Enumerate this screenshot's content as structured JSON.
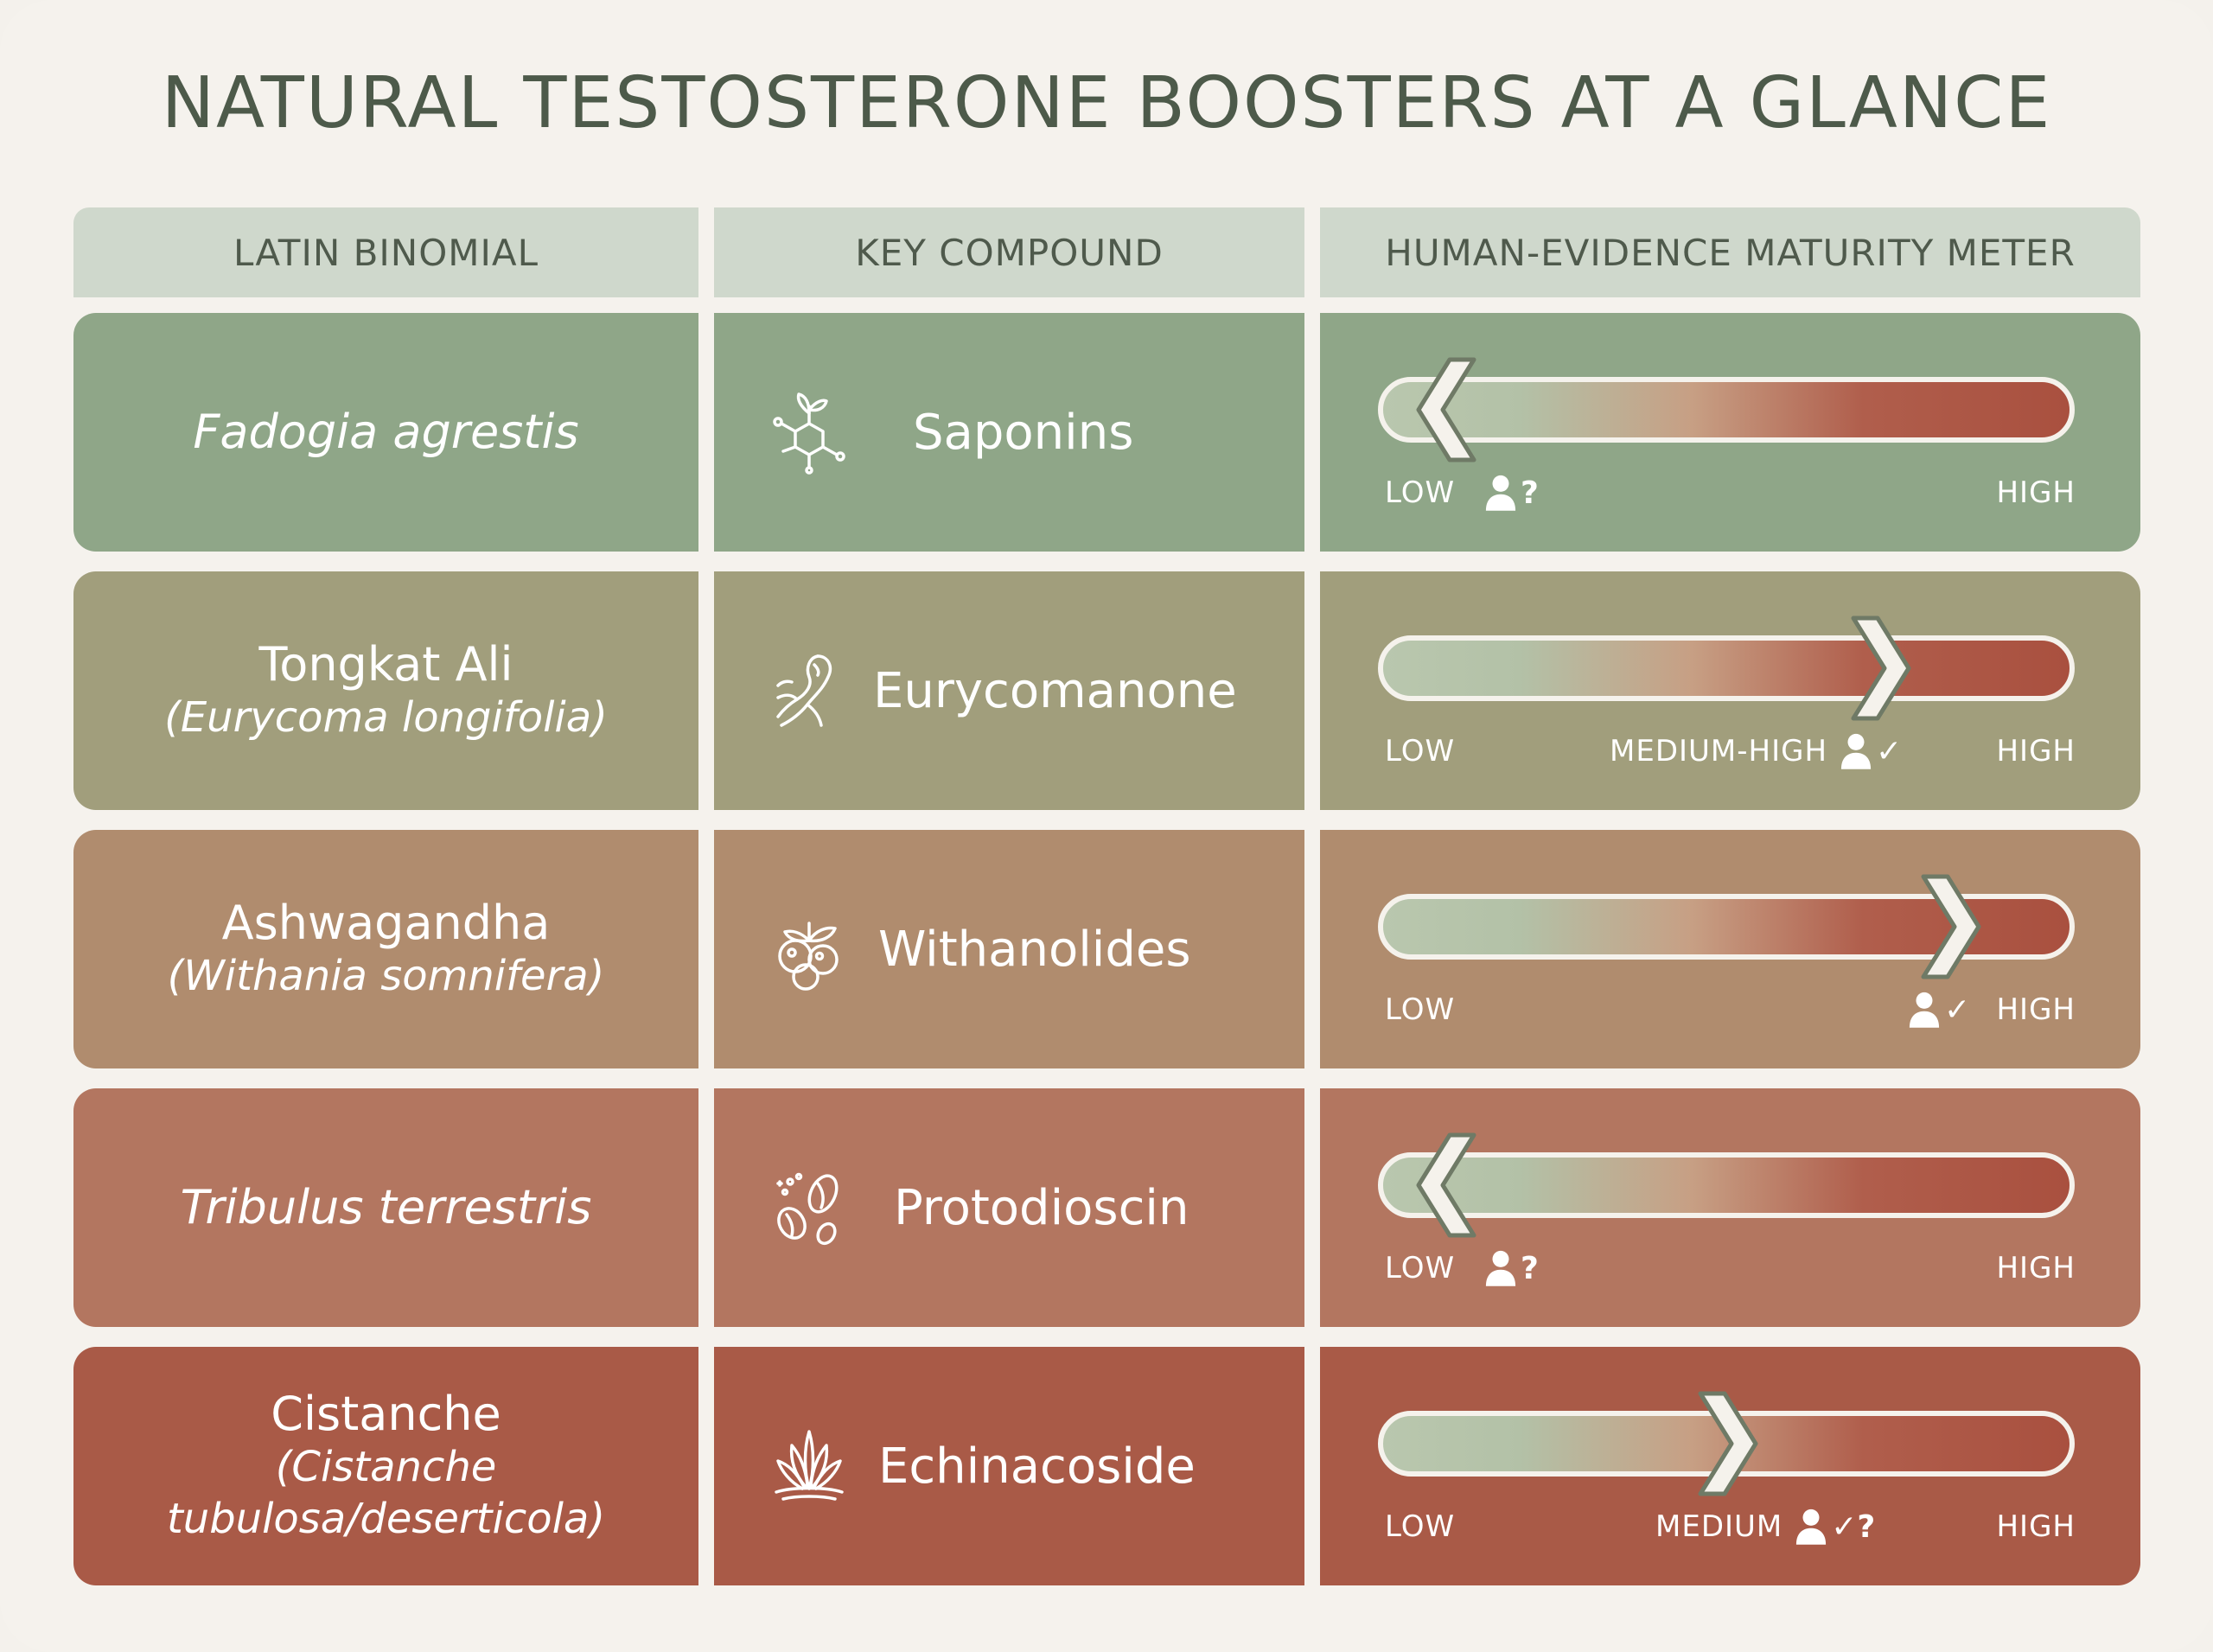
{
  "title": "NATURAL TESTOSTERONE BOOSTERS AT A GLANCE",
  "headers": [
    "LATIN BINOMIAL",
    "KEY COMPOUND",
    "HUMAN-EVIDENCE MATURITY METER"
  ],
  "meter_scale": {
    "low": "LOW",
    "high": "HIGH"
  },
  "rows": [
    {
      "name": "Fadogia agrestis",
      "sci": "",
      "compound": "Saponins",
      "icon": "molecule-leaf-icon",
      "level": 0.1,
      "direction": "left",
      "level_label": "",
      "person_mark": "?",
      "color": "#8fa688"
    },
    {
      "name": "Tongkat Ali",
      "sci": "(Eurycoma longifolia)",
      "compound": "Eurycomanone",
      "icon": "root-icon",
      "level": 0.72,
      "direction": "right",
      "level_label": "MEDIUM-HIGH",
      "person_mark": "✓",
      "color": "#a19e7c"
    },
    {
      "name": "Ashwagandha",
      "sci": "(Withania somnifera)",
      "compound": "Withanolides",
      "icon": "berries-icon",
      "level": 0.82,
      "direction": "right",
      "level_label": "",
      "person_mark": "✓",
      "color": "#b08c6e"
    },
    {
      "name": "Tribulus terrestris",
      "sci": "",
      "compound": "Protodioscin",
      "icon": "seeds-icon",
      "level": 0.1,
      "direction": "left",
      "level_label": "",
      "person_mark": "?",
      "color": "#b37660"
    },
    {
      "name": "Cistanche",
      "sci": "(Cistanche tubulosa/deserticola)",
      "compound": "Echinacoside",
      "icon": "plant-icon",
      "level": 0.5,
      "direction": "right",
      "level_label": "MEDIUM",
      "person_mark": "✓?",
      "color": "#a95a47"
    }
  ]
}
